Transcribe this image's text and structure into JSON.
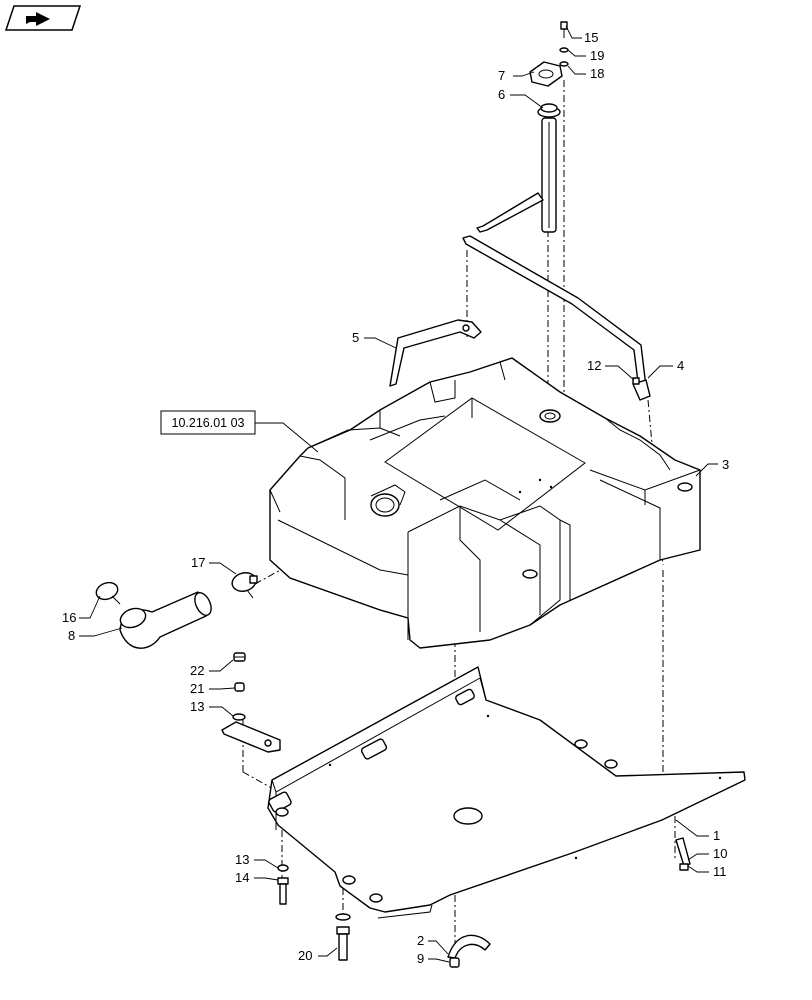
{
  "nav_icon": {
    "name": "folder-arrow-icon"
  },
  "reference_box": {
    "label": "10.216.01 03"
  },
  "callouts": [
    {
      "id": "15",
      "label": "15"
    },
    {
      "id": "19",
      "label": "19"
    },
    {
      "id": "7",
      "label": "7"
    },
    {
      "id": "18",
      "label": "18"
    },
    {
      "id": "6",
      "label": "6"
    },
    {
      "id": "5",
      "label": "5"
    },
    {
      "id": "12",
      "label": "12"
    },
    {
      "id": "4",
      "label": "4"
    },
    {
      "id": "3",
      "label": "3"
    },
    {
      "id": "17",
      "label": "17"
    },
    {
      "id": "16",
      "label": "16"
    },
    {
      "id": "8",
      "label": "8"
    },
    {
      "id": "22",
      "label": "22"
    },
    {
      "id": "21",
      "label": "21"
    },
    {
      "id": "13a",
      "label": "13"
    },
    {
      "id": "1",
      "label": "1"
    },
    {
      "id": "10",
      "label": "10"
    },
    {
      "id": "11",
      "label": "11"
    },
    {
      "id": "13b",
      "label": "13"
    },
    {
      "id": "14",
      "label": "14"
    },
    {
      "id": "2",
      "label": "2"
    },
    {
      "id": "9",
      "label": "9"
    },
    {
      "id": "20",
      "label": "20"
    }
  ]
}
